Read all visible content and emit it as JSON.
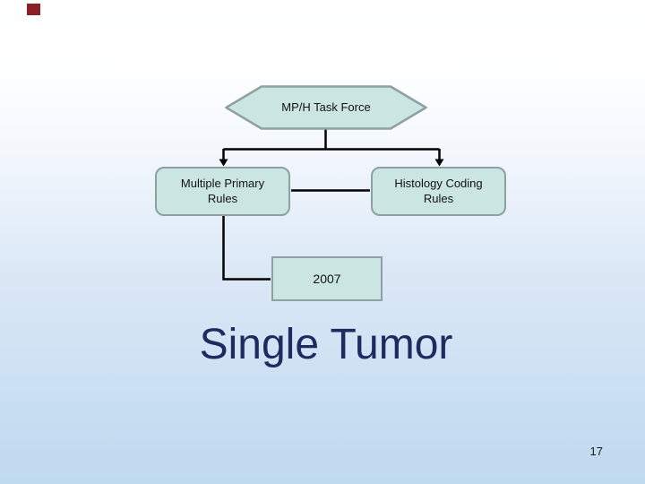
{
  "slide": {
    "headline": "Single Tumor",
    "page_number": "17",
    "flowchart": {
      "hexagon_label": "MP/H Task Force",
      "left_box_label": "Multiple Primary Rules",
      "right_box_label": "Histology Coding Rules",
      "year_label": "2007"
    },
    "colors": {
      "shape_fill": "#cbe5e2",
      "shape_border": "#8da0a2",
      "connector": "#000000",
      "headline": "#202a60",
      "bullet_marker": "#8b2026",
      "background_top": "#ffffff",
      "background_bottom": "#bfd9ef"
    }
  }
}
